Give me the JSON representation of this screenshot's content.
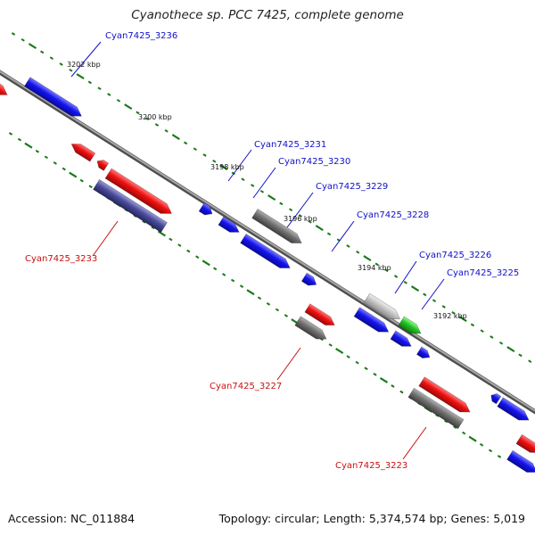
{
  "header": {
    "title": "Cyanothece sp. PCC 7425, complete genome"
  },
  "footer": {
    "accession": "Accession: NC_011884",
    "summary": "Topology: circular; Length: 5,374,574 bp; Genes: 5,019"
  },
  "scale_labels": [
    "3202 kbp",
    "3200 kbp",
    "3198 kbp",
    "3196 kbp",
    "3194 kbp",
    "3192 kbp"
  ],
  "colors": {
    "forward": "#1010e6",
    "reverse": "#e60a0a",
    "grey": "#707070",
    "light_grey": "#c4c4c4",
    "green": "#22c022",
    "purple": "#4a4a9a",
    "tick": "#1a7a1a",
    "backbone": "#8a8a8a"
  },
  "gene_labels": [
    {
      "text": "Cyan7425_3236",
      "strand": "forward"
    },
    {
      "text": "Cyan7425_3231",
      "strand": "forward"
    },
    {
      "text": "Cyan7425_3230",
      "strand": "forward"
    },
    {
      "text": "Cyan7425_3229",
      "strand": "forward"
    },
    {
      "text": "Cyan7425_3228",
      "strand": "forward"
    },
    {
      "text": "Cyan7425_3226",
      "strand": "forward"
    },
    {
      "text": "Cyan7425_3225",
      "strand": "forward"
    },
    {
      "text": "Cyan7425_3233",
      "strand": "reverse"
    },
    {
      "text": "Cyan7425_3227",
      "strand": "reverse"
    },
    {
      "text": "Cyan7425_3223",
      "strand": "reverse"
    }
  ]
}
